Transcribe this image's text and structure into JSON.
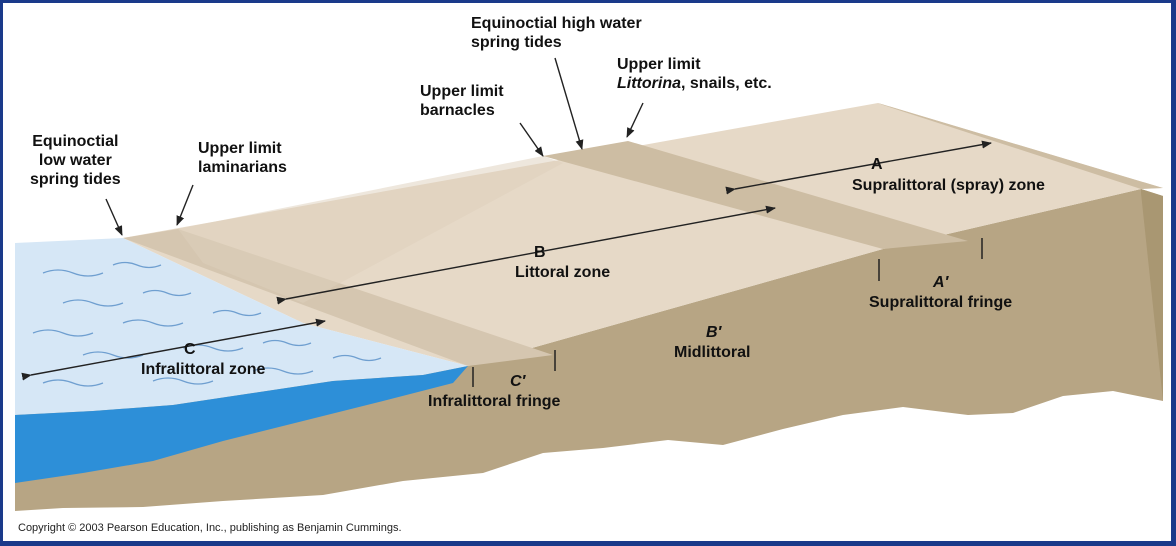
{
  "labels": {
    "equinoctial_low": "Equinoctial\nlow water\nspring tides",
    "upper_laminarians": "Upper limit\nlaminarians",
    "upper_barnacles": "Upper limit\nbarnacles",
    "equinoctial_high": "Equinoctial high water\nspring tides",
    "upper_littorina_line1": "Upper limit",
    "upper_littorina_italic": "Littorina",
    "upper_littorina_rest": ", snails, etc.",
    "zone_a_letter": "A",
    "zone_a_name": "Supralittoral (spray) zone",
    "zone_b_letter": "B",
    "zone_b_name": "Littoral zone",
    "zone_c_letter": "C",
    "zone_c_name": "Infralittoral zone",
    "fringe_a_letter": "A′",
    "fringe_a_name": "Supralittoral fringe",
    "fringe_b_letter": "B′",
    "fringe_b_name": "Midlittoral",
    "fringe_c_letter": "C′",
    "fringe_c_name": "Infralittoral fringe"
  },
  "copyright": "Copyright © 2003 Pearson Education, Inc., publishing as Benjamin Cummings.",
  "colors": {
    "frame": "#1a3a8a",
    "surface_light": "#e6d9c7",
    "band_dark": "#cdbda3",
    "cliff": "#b7a584",
    "water_light": "#d6e7f6",
    "water_deep": "#2d8fd8"
  }
}
